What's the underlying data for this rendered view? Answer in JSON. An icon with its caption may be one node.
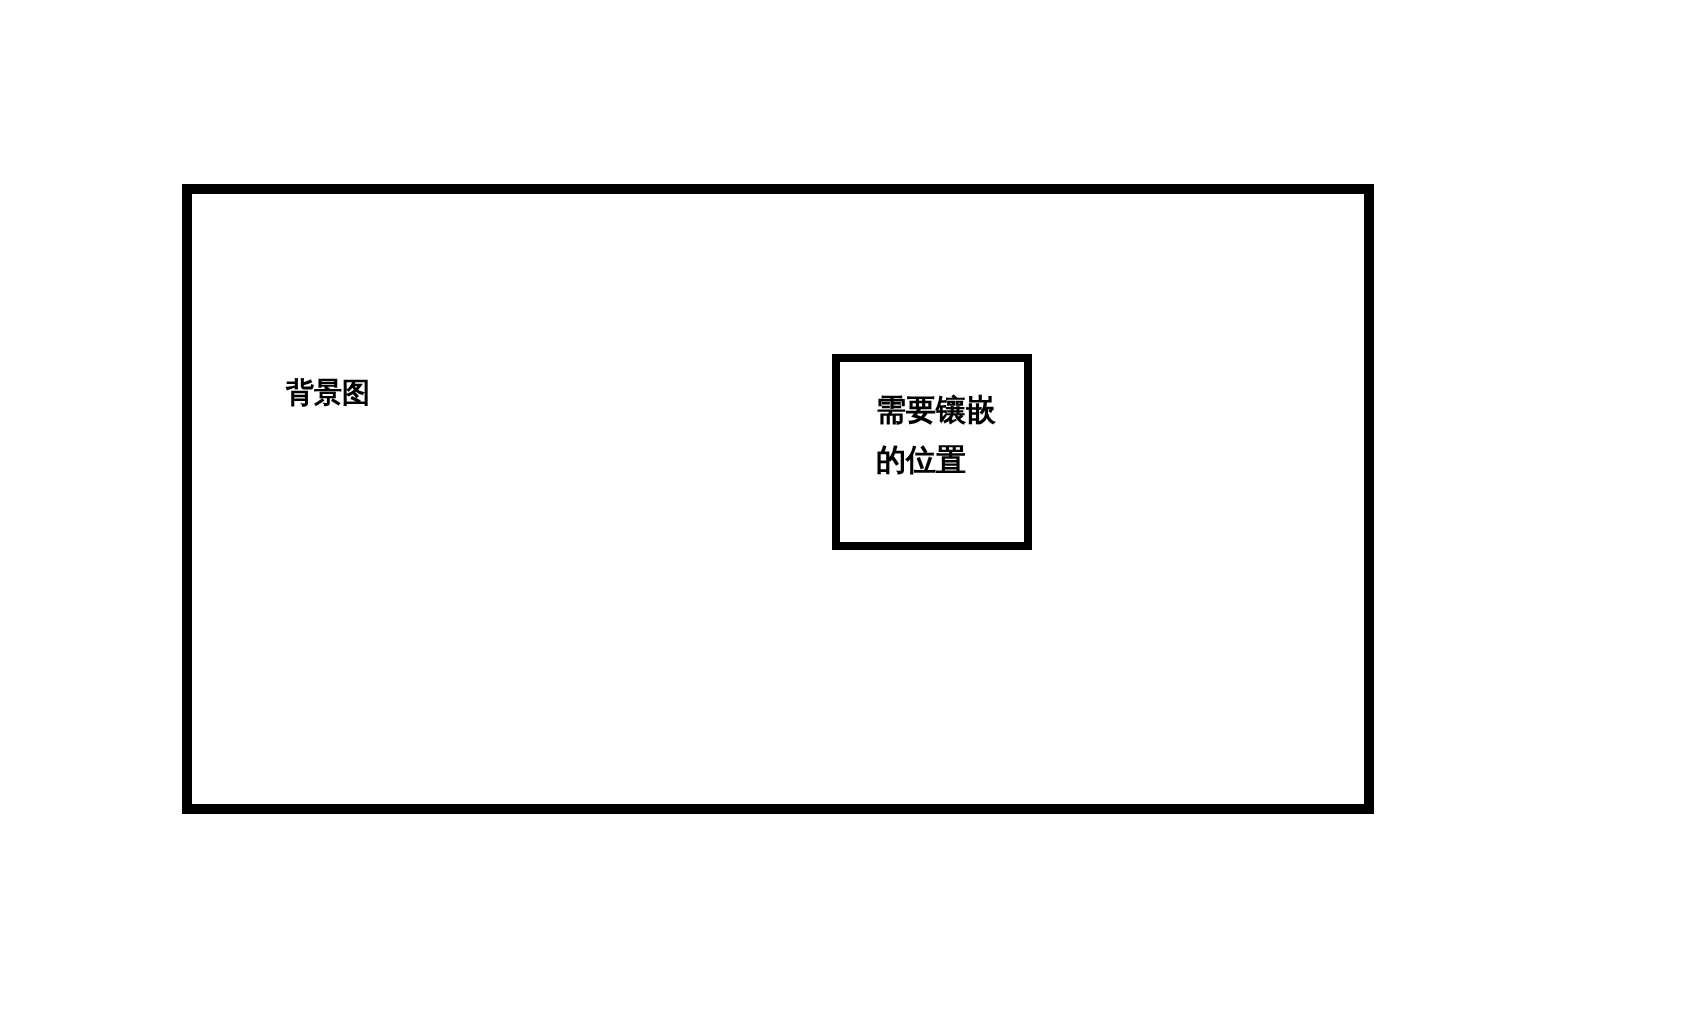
{
  "diagram": {
    "nodes": [
      {
        "text": [
          "背景图"
        ]
      },
      {
        "text": [
          "需要镶嵌的位置"
        ],
        "in": 0
      }
    ]
  }
}
